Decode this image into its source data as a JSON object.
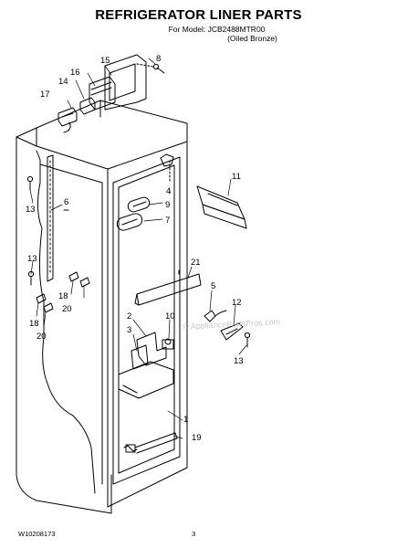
{
  "header": {
    "title": "REFRIGERATOR LINER PARTS",
    "model_line": "For Model: JCB2488MTR00",
    "finish_line": "(Oiled Bronze)"
  },
  "callouts": {
    "p1": "1",
    "p2": "2",
    "p3": "3",
    "p4": "4",
    "p5": "5",
    "p6": "6",
    "p7": "7",
    "p8": "8",
    "p9": "9",
    "p10": "10",
    "p11": "11",
    "p12": "12",
    "p13a": "13",
    "p13b": "13",
    "p13c": "13",
    "p14": "14",
    "p15": "15",
    "p16": "16",
    "p17": "17",
    "p18a": "18",
    "p18b": "18",
    "p19": "19",
    "p20a": "20",
    "p20b": "20",
    "p21": "21"
  },
  "watermark": "© AppliancePartsPros.com",
  "footer": {
    "doc_number": "W10208173",
    "page_number": "3"
  }
}
